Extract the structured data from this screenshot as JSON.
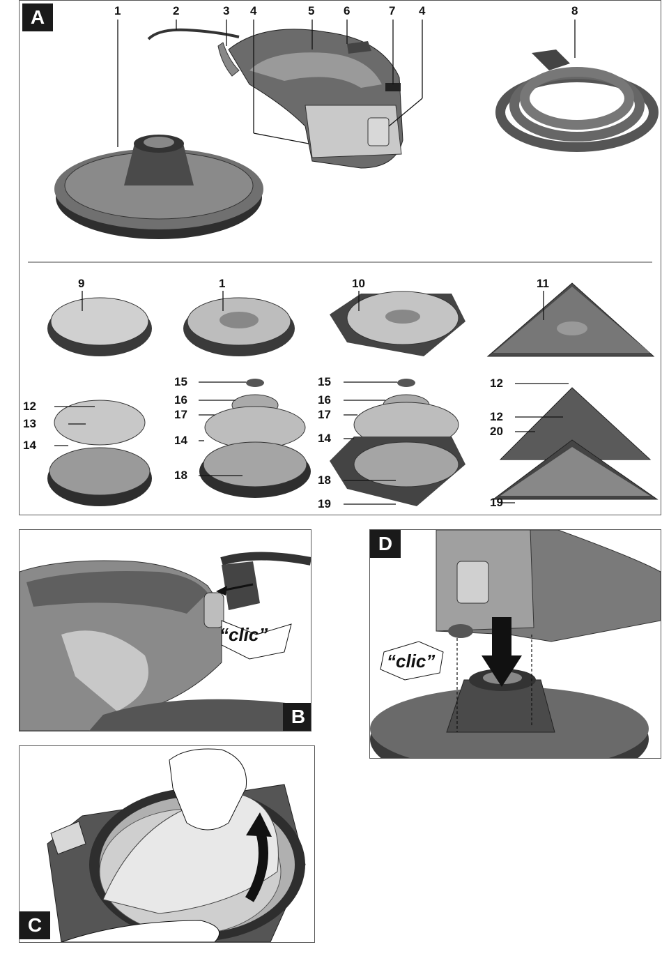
{
  "panels": {
    "A": {
      "label": "A"
    },
    "B": {
      "label": "B",
      "sound": "“clic”"
    },
    "C": {
      "label": "C"
    },
    "D": {
      "label": "D",
      "sound": "“clic”"
    }
  },
  "callouts": {
    "a1": "1",
    "a2": "2",
    "a3": "3",
    "a4a": "4",
    "a5": "5",
    "a6": "6",
    "a7": "7",
    "a4b": "4",
    "a8": "8",
    "b9": "9",
    "b1": "1",
    "b10": "10",
    "b11": "11",
    "c12a": "12",
    "c13": "13",
    "c14a": "14",
    "c15a": "15",
    "c16a": "16",
    "c17a": "17",
    "c14b": "14",
    "c18a": "18",
    "c15b": "15",
    "c16b": "16",
    "c17b": "17",
    "c14c": "14",
    "c18b": "18",
    "c19a": "19",
    "c12b": "12",
    "c12c": "12",
    "c20": "20",
    "c19b": "19"
  }
}
